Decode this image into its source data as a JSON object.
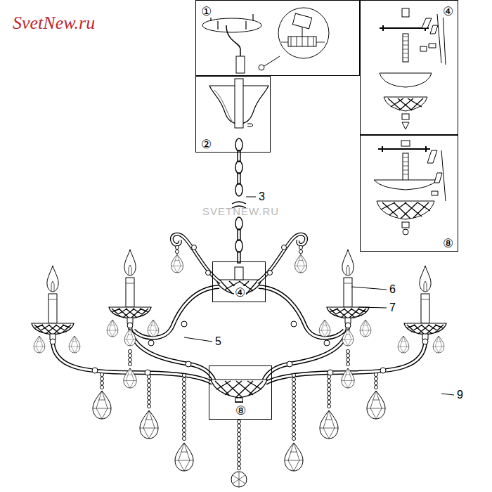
{
  "diagram": {
    "nodes": [
      {
        "text": [
          "①"
        ]
      },
      {
        "text": [
          "②"
        ]
      },
      {
        "text": [
          "④"
        ]
      },
      {
        "text": [
          "⑧"
        ]
      },
      {
        "text": [
          "④"
        ]
      },
      {
        "text": [
          "⑧"
        ]
      }
    ],
    "labels": [
      "SvetNew.ru",
      "SVETNEW.RU",
      "3",
      "5",
      "6",
      "7",
      "9"
    ]
  }
}
